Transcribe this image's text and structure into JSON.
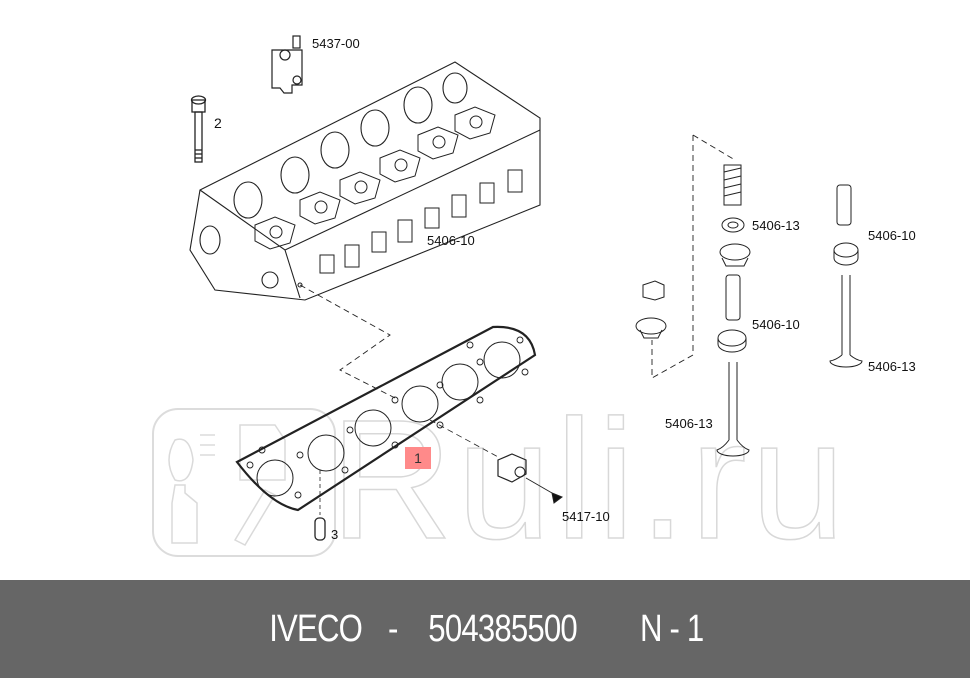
{
  "diagram": {
    "type": "exploded-parts-diagram",
    "subject": "Engine cylinder head assembly",
    "labels": {
      "bracket": "5437-00",
      "bolt": "2",
      "cylinder_head": "5406-10",
      "spring_seat": "5406-13",
      "valve_guide_right": "5406-10",
      "valve_guide_left": "5406-10",
      "valve_right": "5406-13",
      "valve_left": "5406-13",
      "plug": "5417-10",
      "dowel": "3",
      "gasket_callout": "1"
    },
    "highlight_color": "#ff8a8a"
  },
  "watermark": {
    "text": "Ruli.ru",
    "color": "#d8d8d8"
  },
  "footer": {
    "brand": "IVECO",
    "separator": "-",
    "part_number": "504385500",
    "position": "N - 1",
    "background": "#666666"
  }
}
